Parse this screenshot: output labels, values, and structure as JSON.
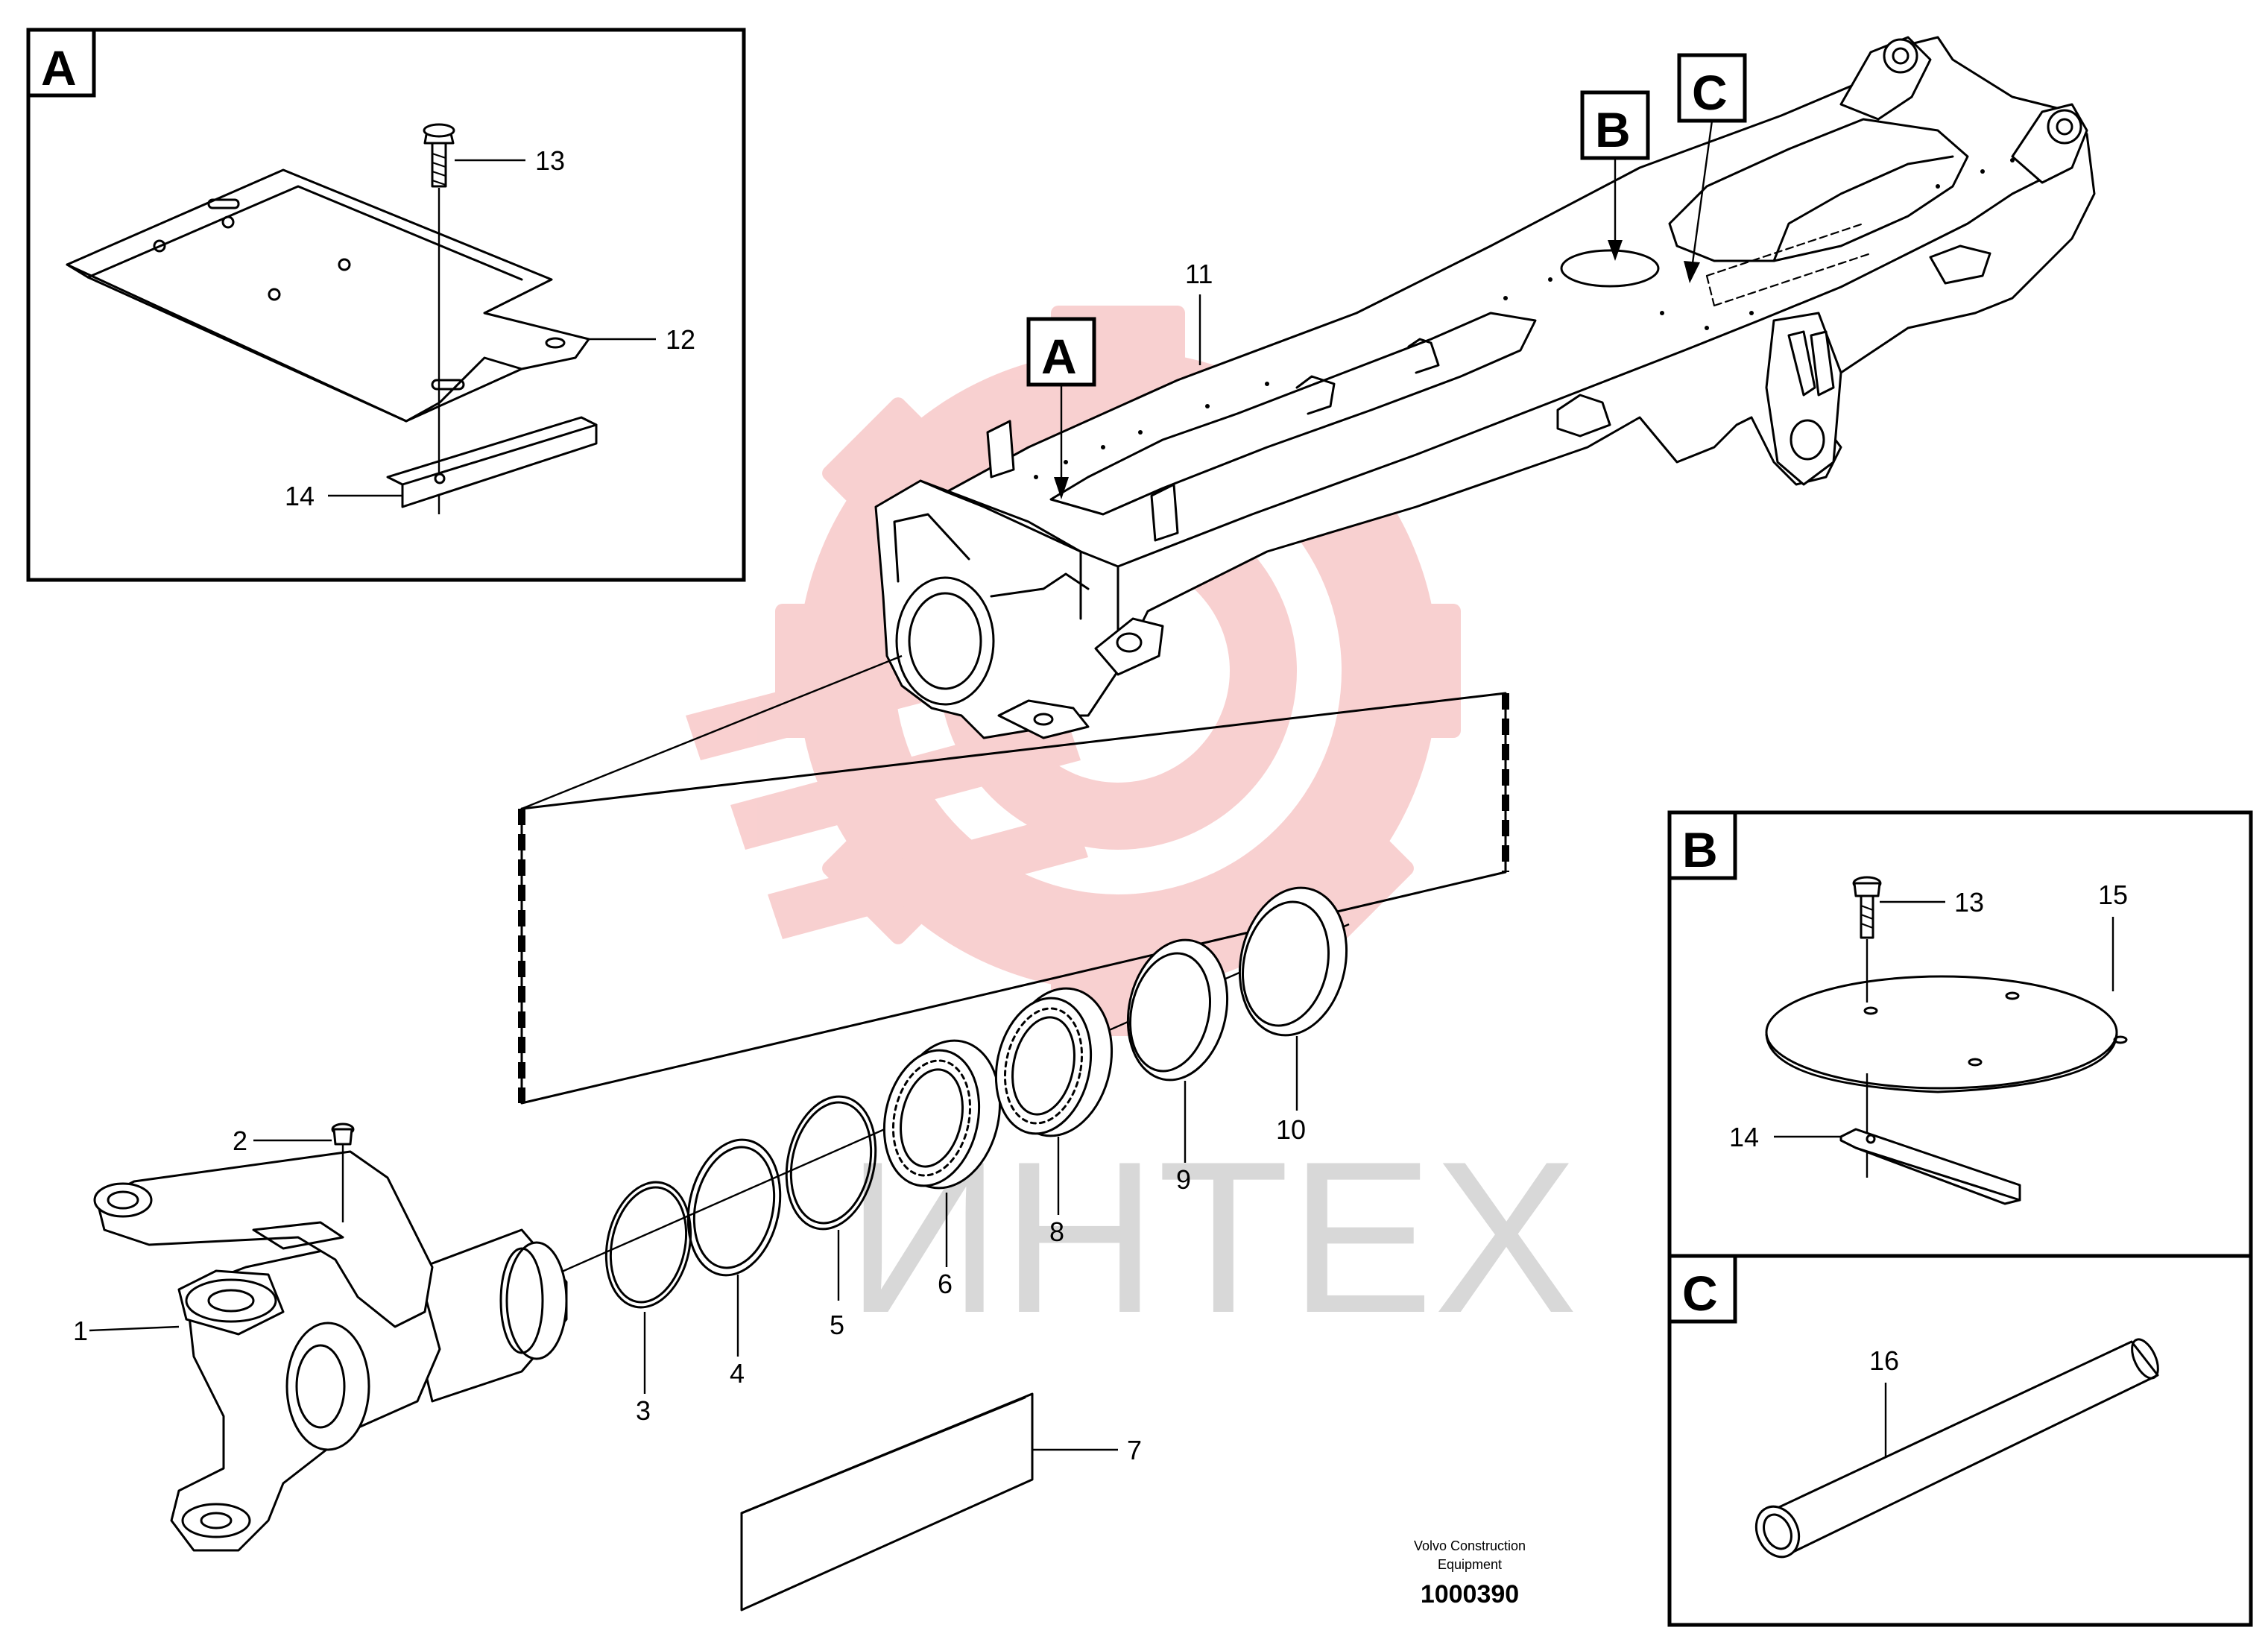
{
  "footer": {
    "brand_line1": "Volvo Construction",
    "brand_line2": "Equipment",
    "drawing_number": "1000390"
  },
  "watermark": {
    "text": "ИНТЕХ",
    "gear_color": "#f4aaaa",
    "text_color": "#d8d8d8"
  },
  "callouts": {
    "frame_a": "A",
    "frame_b": "B",
    "frame_c": "C"
  },
  "detail_a": {
    "label": "A",
    "parts": [
      "13",
      "12",
      "14"
    ]
  },
  "detail_b": {
    "label": "B",
    "parts": [
      "13",
      "15",
      "14"
    ]
  },
  "detail_c": {
    "label": "C",
    "parts": [
      "16"
    ]
  },
  "main_parts": [
    "1",
    "2",
    "3",
    "4",
    "5",
    "6",
    "7",
    "8",
    "9",
    "10",
    "11"
  ]
}
